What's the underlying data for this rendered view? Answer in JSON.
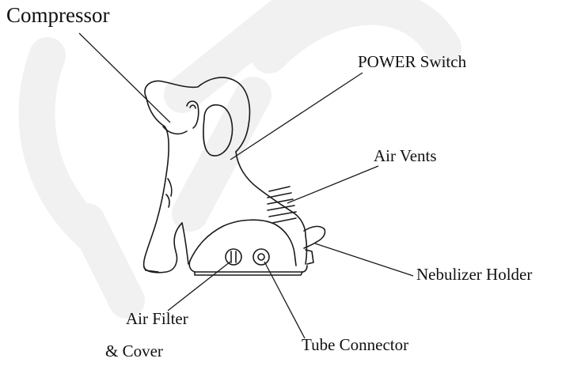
{
  "labels": {
    "compressor": "Compressor",
    "power_switch": "POWER Switch",
    "air_vents": "Air Vents",
    "nebulizer_holder": "Nebulizer Holder",
    "air_filter": "Air Filter",
    "cover": "& Cover",
    "tube_connector": "Tube Connector"
  },
  "colors": {
    "outline": "#1a1a1a",
    "watermark": "#f1f1f1",
    "text": "#111111"
  }
}
